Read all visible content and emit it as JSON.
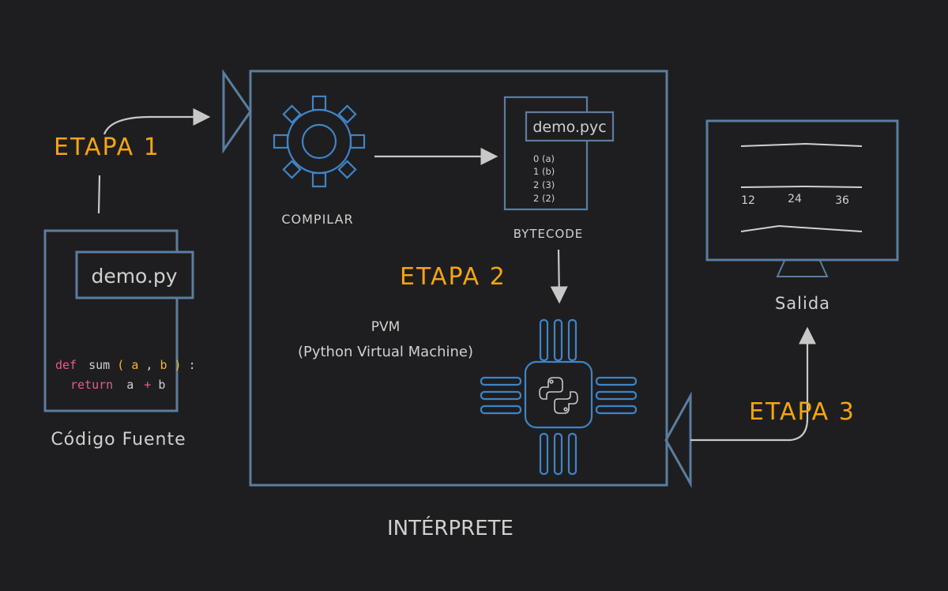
{
  "stages": {
    "stage1": "ETAPA 1",
    "stage2": "ETAPA 2",
    "stage3": "ETAPA 3"
  },
  "source": {
    "filename": "demo.py",
    "code_line1": {
      "keyword": "def",
      "name": "sum",
      "open": "(",
      "arg_a": "a",
      "comma": ",",
      "arg_b": "b",
      "close": ")",
      "colon": ":"
    },
    "code_line2": {
      "keyword": "return",
      "expr_a": "a",
      "op": "+",
      "expr_b": "b"
    },
    "label": "Código Fuente"
  },
  "interpreter": {
    "label": "INTÉRPRETE",
    "compile_label": "COMPILAR",
    "bytecode": {
      "filename": "demo.pyc",
      "lines": [
        "0 (a)",
        "1 (b)",
        "2 (3)",
        "2 (2)"
      ],
      "label": "BYTECODE"
    },
    "pvm_title": "PVM",
    "pvm_subtitle": "(Python Virtual Machine)"
  },
  "output": {
    "label": "Salida",
    "values": [
      "12",
      "24",
      "36"
    ]
  },
  "colors": {
    "background": "#1e1e20",
    "stage": "#f5a511",
    "frame": "#5b7da0",
    "icon": "#3f84c6",
    "text": "#d0d0d0",
    "keyword": "#e8588f",
    "args": "#f5b820"
  }
}
